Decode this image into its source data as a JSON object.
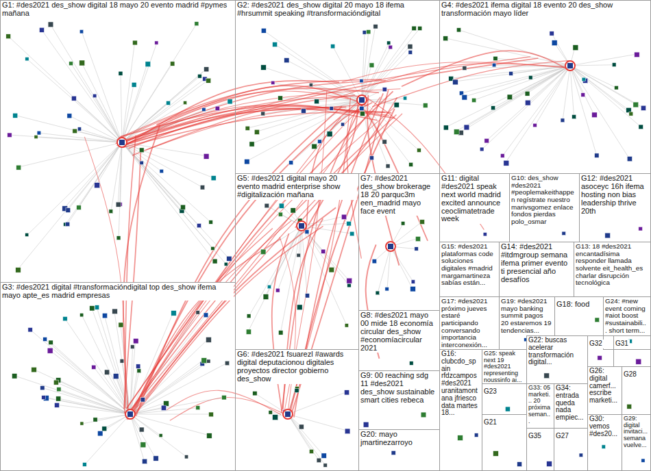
{
  "diagram": {
    "nodes": [
      {
        "text": [
          "G1: #des2021 des_show digital 18 mayo 20 evento madrid #pymes mañana"
        ]
      },
      {
        "text": [
          "G2: #des2021 des_show digital 20 mayo 18 ifema #hrsummit speaking #transformacióndigital"
        ]
      },
      {
        "text": [
          "G4: #des2021 ifema digital 18 evento 20 des_show transformación mayo líder"
        ]
      },
      {
        "text": [
          "G5: #des2021 digital mayo 20 evento madrid enterprise show #digitalización mañana"
        ]
      },
      {
        "text": [
          "G7: #des2021 des_show brokerage 18 20 parquc3m een_madrid mayo face event"
        ]
      },
      {
        "text": [
          "G11: digital #des2021 speak next world madrid excited announce ceoclimatetrade week"
        ]
      },
      {
        "text": [
          "G10: des_show #des2021 #peoplemakeithappen regístrate nuestro marivsgomez enlace fondos pierdas polo_osmar"
        ]
      },
      {
        "text": [
          "G12: #des2021 asoceyc 16h ifema hosting non bias leadership thrive 20th"
        ]
      },
      {
        "text": [
          "G15: #des2021 plataformas code soluciones digitales #madrid margamartineza sabías están..."
        ]
      },
      {
        "text": [
          "G14: #des2021 #itdmgroup semana ifema primer evento ti presencial año desafíos"
        ]
      },
      {
        "text": [
          "G13: 18 #des2021 encantadísima responder llamada solvente eit_health_es charlar disrupción tecnológica"
        ]
      },
      {
        "text": [
          "G3: #des2021 digital #transformacióndigital top des_show ifema mayo apte_es madrid empresas"
        ]
      },
      {
        "text": [
          "G8: #des2021 mayo 00 mide 18 economía circular des_show #economíacircular 2021"
        ]
      },
      {
        "text": [
          "G17: #des2021 próximo jueves estaré participando conversando importancia interconexión..."
        ]
      },
      {
        "text": [
          "G19: #des2021 mayo banking summit pagos 20 estaremos 19 tendencias..."
        ]
      },
      {
        "text": [
          "G18: food"
        ]
      },
      {
        "text": [
          "G24: #new event coming #aiot boost #sustainabili... short term..."
        ]
      },
      {
        "text": [
          "G6: #des2021 fsuarezl #awards digital deputacionou digitales proyectos director gobierno des_show"
        ]
      },
      {
        "text": [
          "G16: clubcdo_spain rfdzcampos #des2021 uranitamontana jfriesco data martes 18..."
        ]
      },
      {
        "text": [
          "G25: speak next 19 #des2021 representing noussinfo ai..."
        ]
      },
      {
        "text": [
          "G22: buscas acelerar transformación digital..."
        ]
      },
      {
        "text": [
          "G32"
        ]
      },
      {
        "text": [
          "G31"
        ]
      },
      {
        "text": [
          "G9: 00 reaching sdg 11 #des2021 des_show sustainable smart cities rebeca"
        ]
      },
      {
        "text": [
          "G23"
        ]
      },
      {
        "text": [
          "G33: 05 marketi... 20 próxima seman..."
        ]
      },
      {
        "text": [
          "G34: entrada queda nada empiec..."
        ]
      },
      {
        "text": [
          "G26: digital camerf... escribe marketi..."
        ]
      },
      {
        "text": [
          "G28"
        ]
      },
      {
        "text": [
          "G20: mayo jmartinezarroyo"
        ]
      },
      {
        "text": [
          "G21"
        ]
      },
      {
        "text": [
          "G35"
        ]
      },
      {
        "text": [
          "G27"
        ]
      },
      {
        "text": [
          "G30: vemos #des20..."
        ]
      },
      {
        "text": [
          "G29: digital invitaci... semana vuelve..."
        ]
      }
    ]
  }
}
